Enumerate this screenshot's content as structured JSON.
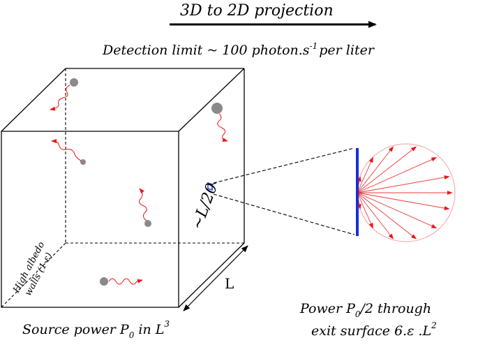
{
  "labels": {
    "projection": "3D to 2D projection",
    "detection_prefix": "Detection limit ~ 100 photon.s",
    "detection_sup": "-1",
    "detection_suffix": "per liter",
    "cube_edge": "L",
    "walls_line1": "High albedo",
    "walls_line2": "walls (1-ε)",
    "detector_size": "~L/20",
    "source_prefix": "Source power P",
    "source_sub": "0",
    "source_mid": " in L",
    "source_sup": "3",
    "power_prefix": "Power P",
    "power_sub": "0",
    "power_suffix": "/2 through",
    "exit_prefix": "exit surface 6.ε .L",
    "exit_sup": "2"
  },
  "colors": {
    "photon_path": "#e8161a",
    "emitter_sphere": "#8a8a8a",
    "exit_surface": "#1530d8",
    "emission_rays": "#ee3838",
    "lambertian_circle": "#f4a0a0",
    "detector_marker": "#2a4fd8"
  }
}
